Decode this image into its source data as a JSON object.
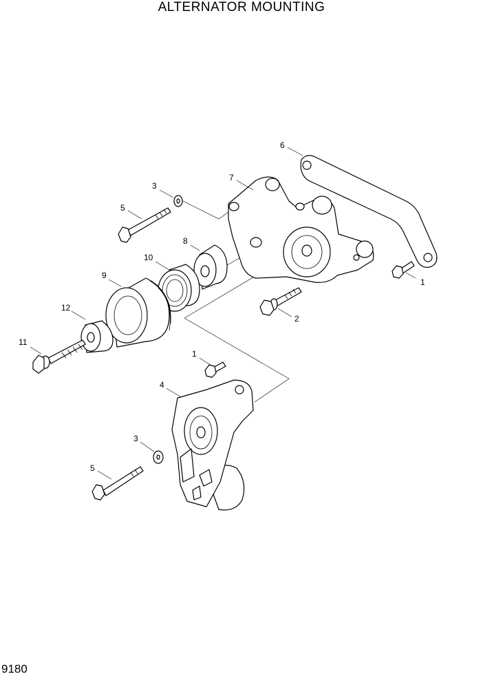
{
  "title": "ALTERNATOR MOUNTING",
  "page_code": "9180",
  "callouts": {
    "c1_upper": "1",
    "c1_lower": "1",
    "c2": "2",
    "c3_upper": "3",
    "c3_lower": "3",
    "c4": "4",
    "c5_upper": "5",
    "c5_lower": "5",
    "c6": "6",
    "c7": "7",
    "c8": "8",
    "c9": "9",
    "c10": "10",
    "c11": "11",
    "c12": "12"
  }
}
